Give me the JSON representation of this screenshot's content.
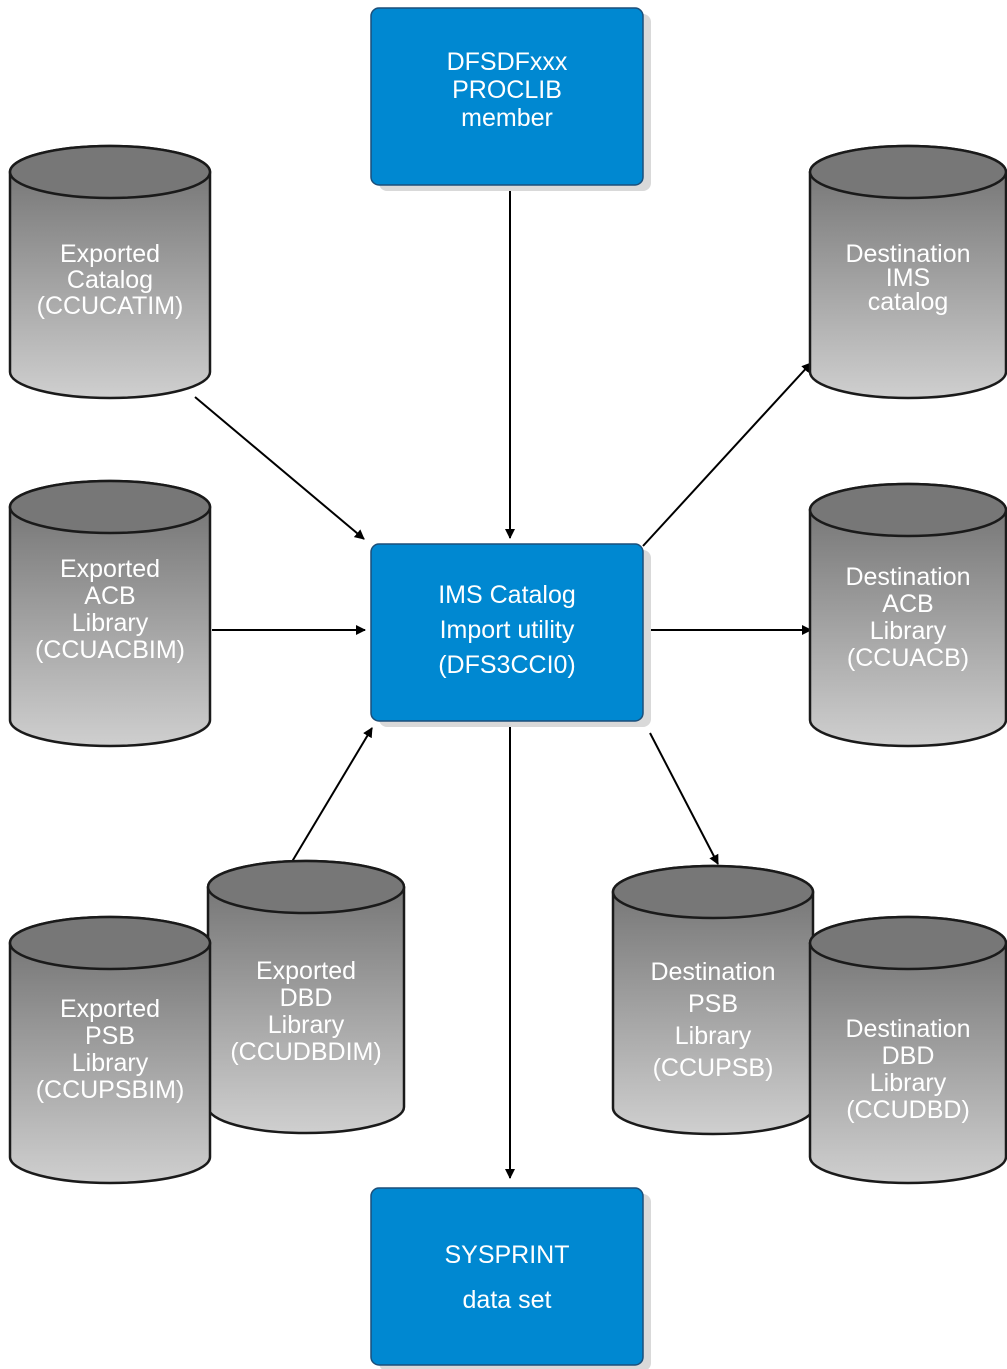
{
  "boxes": {
    "proclib": {
      "lines": [
        "DFSDFxxx",
        "PROCLIB",
        "member"
      ]
    },
    "utility": {
      "lines": [
        "IMS Catalog",
        "Import utility",
        "(DFS3CCI0)"
      ]
    },
    "sysprint": {
      "lines": [
        "SYSPRINT",
        "data set"
      ]
    }
  },
  "cylinders": {
    "exported_catalog": {
      "lines": [
        "Exported",
        "Catalog",
        "(CCUCATIM)"
      ]
    },
    "exported_acb": {
      "lines": [
        "Exported",
        "ACB",
        "Library",
        "(CCUACBIM)"
      ]
    },
    "exported_dbd": {
      "lines": [
        "Exported",
        "DBD",
        "Library",
        "(CCUDBDIM)"
      ]
    },
    "exported_psb": {
      "lines": [
        "Exported",
        "PSB",
        "Library",
        "(CCUPSBIM)"
      ]
    },
    "dest_catalog": {
      "lines": [
        "Destination",
        "IMS",
        "catalog"
      ]
    },
    "dest_acb": {
      "lines": [
        "Destination",
        "ACB",
        "Library",
        "(CCUACB)"
      ]
    },
    "dest_psb": {
      "lines": [
        "Destination",
        "PSB",
        "Library",
        "(CCUPSB)"
      ]
    },
    "dest_dbd": {
      "lines": [
        "Destination",
        "DBD",
        "Library",
        "(CCUDBD)"
      ]
    }
  },
  "colors": {
    "box_fill": "#0088d1",
    "box_text": "#ffffff",
    "cylinder_gradient_top": "#6e6e6e",
    "cylinder_gradient_bottom": "#cfcfcf",
    "cylinder_text": "#ffffff"
  }
}
